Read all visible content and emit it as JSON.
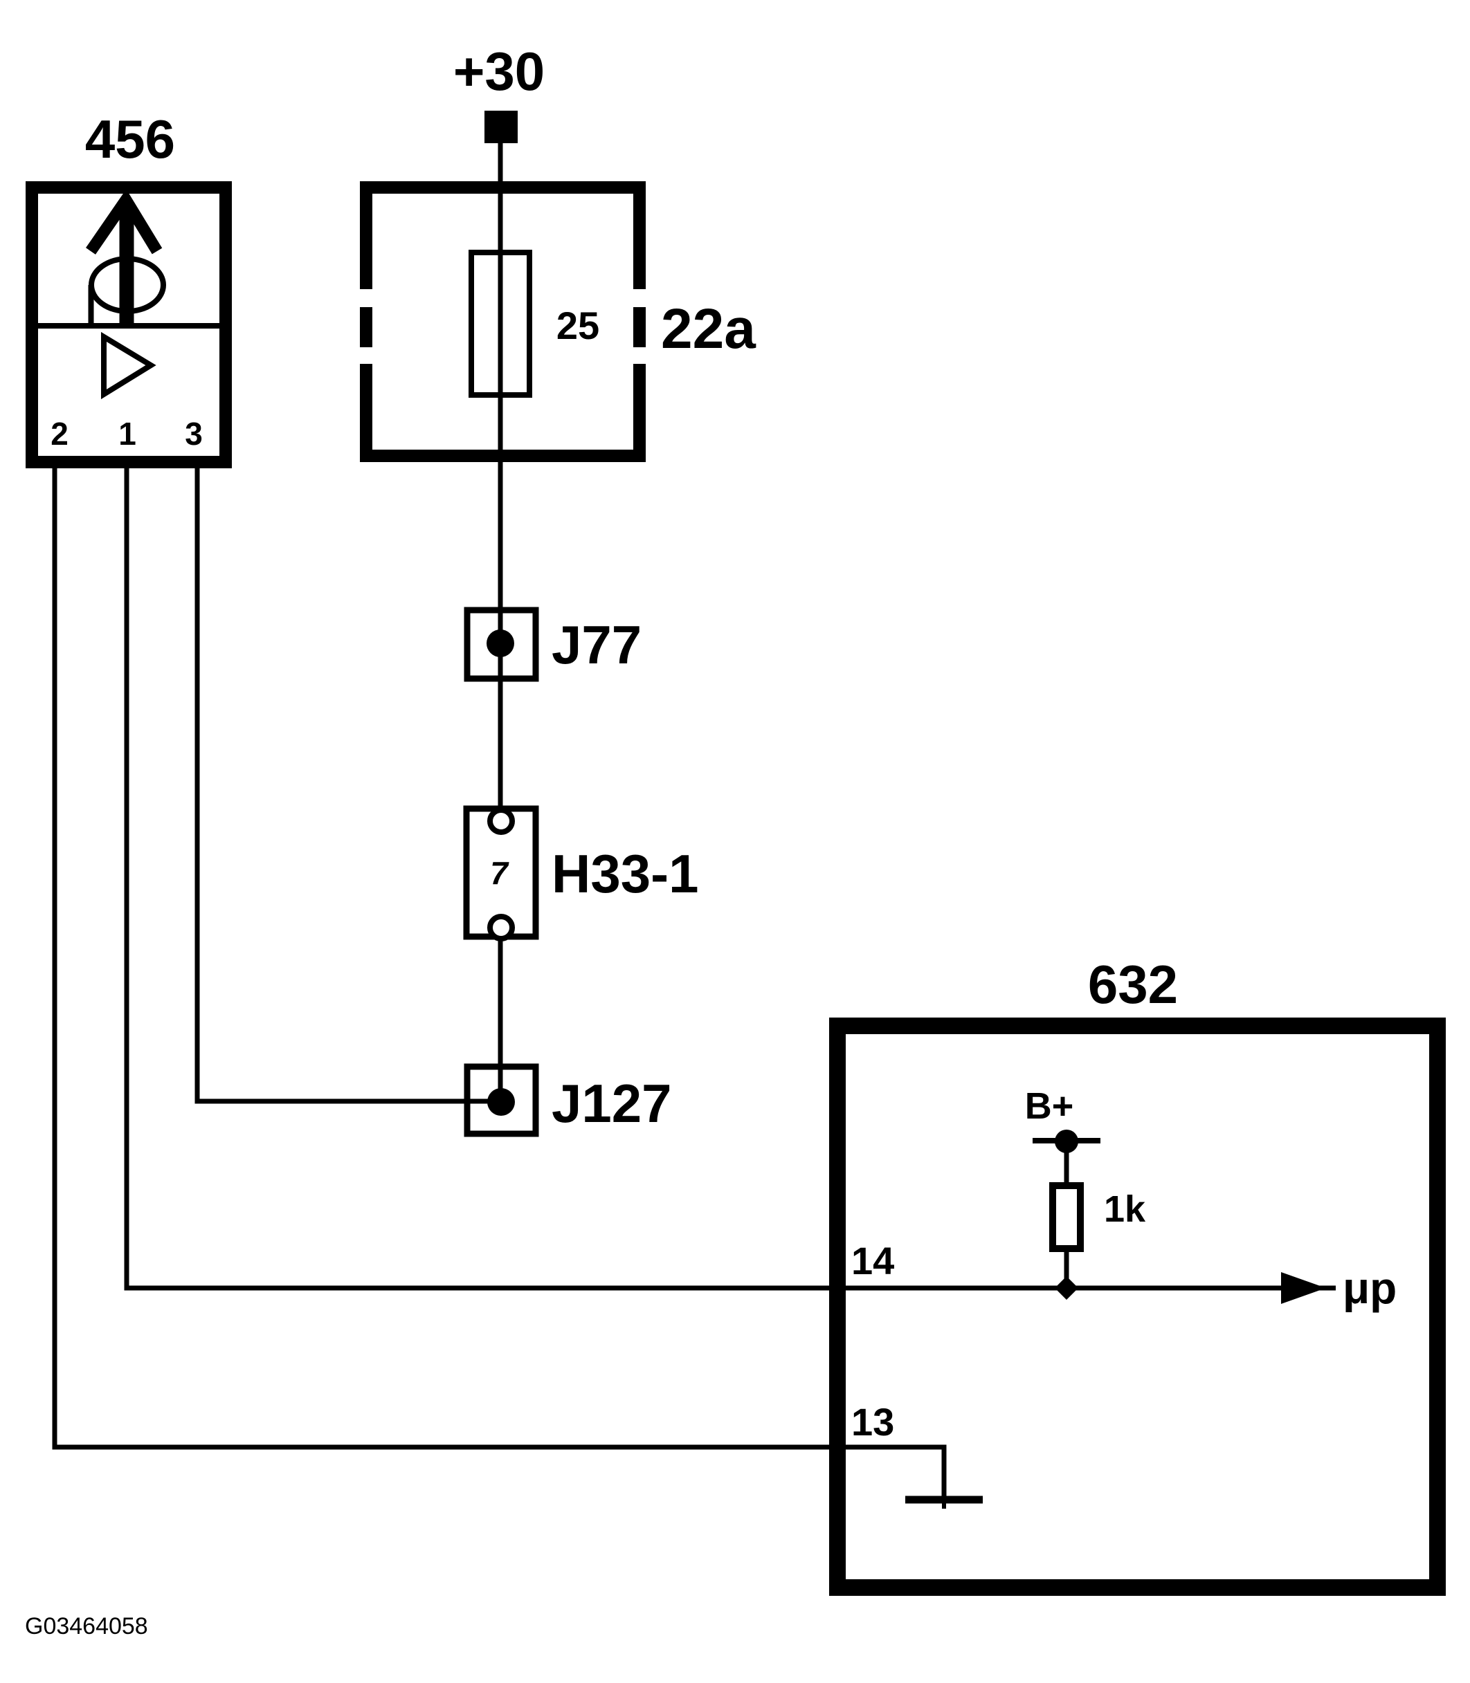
{
  "diagram": {
    "figure_id": "G03464058",
    "ink_color": "#000000",
    "background_color": "#ffffff",
    "power_supply": {
      "label": "+30"
    },
    "switch_456": {
      "id": "456",
      "pin_left": "2",
      "pin_center": "1",
      "pin_right": "3"
    },
    "fuse_box": {
      "id": "22a",
      "fuse_rating": "25"
    },
    "splice_j77": {
      "id": "J77"
    },
    "buzzer_h33": {
      "id": "H33-1",
      "pin": "7"
    },
    "splice_j127": {
      "id": "J127"
    },
    "control_module": {
      "id": "632",
      "pin_top": "14",
      "pin_bottom": "13",
      "internal_supply": "B+",
      "resistor_value": "1k",
      "microprocessor": "μp"
    }
  }
}
